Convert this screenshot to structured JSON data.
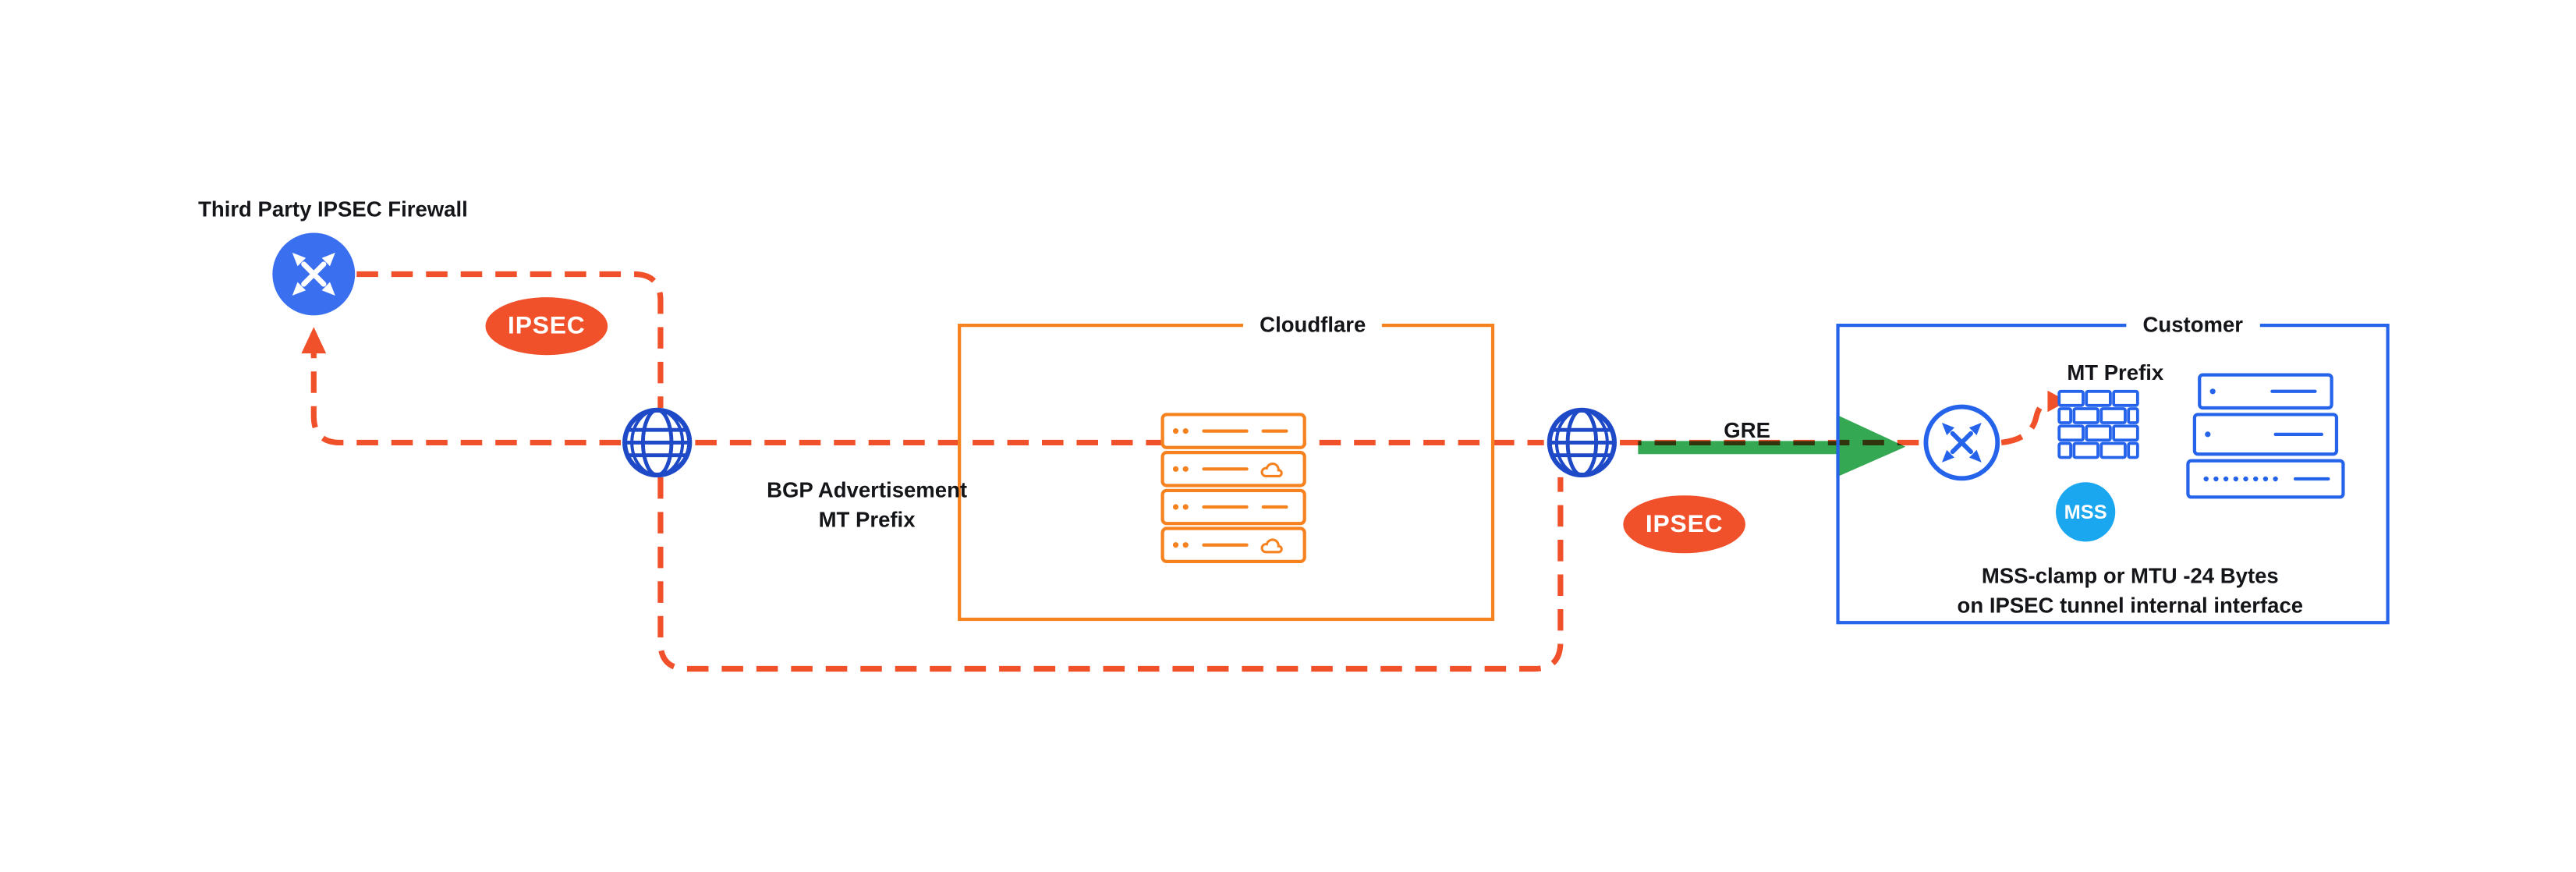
{
  "colors": {
    "dash": "#F0502A",
    "cf-orange": "#F6821F",
    "blue": "#2563EB",
    "globe-blue": "#1E49C7",
    "router-blue": "#3A6FF0",
    "mss-blue": "#1BA7F0",
    "green": "#34A853",
    "text": "#141519",
    "background": "#FFFFFF"
  },
  "nodes": {
    "third_party_firewall": {
      "label": "Third Party IPSEC Firewall",
      "icon": "router-icon"
    },
    "internet_left": {
      "icon": "globe-icon"
    },
    "internet_right": {
      "icon": "globe-icon"
    },
    "cloudflare": {
      "label": "Cloudflare",
      "icon": "server-stack-icon"
    },
    "customer": {
      "label": "Customer"
    },
    "customer_router": {
      "icon": "router-icon"
    },
    "customer_firewall": {
      "icon": "firewall-brick-icon"
    },
    "customer_servers": {
      "icon": "server-stack-icon"
    }
  },
  "badges": {
    "ipsec_left": "IPSEC",
    "ipsec_right": "IPSEC",
    "mss": "MSS"
  },
  "edges": {
    "gre": "GRE",
    "bgp_line1": "BGP Advertisement",
    "bgp_line2": "MT Prefix"
  },
  "annotations": {
    "mt_prefix": "MT Prefix",
    "note_line1": "MSS-clamp or MTU -24 Bytes",
    "note_line2": "on IPSEC tunnel internal interface"
  }
}
